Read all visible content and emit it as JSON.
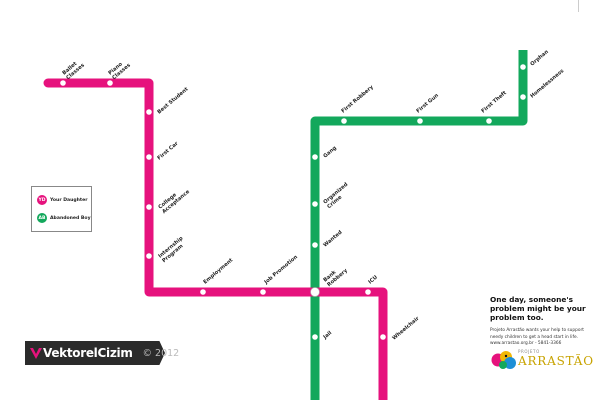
{
  "pink_line": {
    "name": "Your Daughter",
    "badge": "YD",
    "color": "#e6127d",
    "stops": [
      "Ballet Classes",
      "Piano Classes",
      "Best Student",
      "First Car",
      "College Acceptance",
      "Internship Program",
      "Employment",
      "Job Promotion",
      "Bank Robbery",
      "ICU",
      "Wheelchair"
    ]
  },
  "green_line": {
    "name": "Abandoned Boy",
    "badge": "AB",
    "color": "#13a85c",
    "stops": [
      "Orphan",
      "Homelessness",
      "First Theft",
      "First Gun",
      "First Robbery",
      "Gang",
      "Organized Crime",
      "Wanted",
      "Bank Robbery",
      "Jail"
    ]
  },
  "stops": {
    "ballet": [
      "Ballet",
      "Classes"
    ],
    "piano": [
      "Piano",
      "Classes"
    ],
    "best_student": [
      "Best Student"
    ],
    "first_car": [
      "First Car"
    ],
    "college": [
      "College",
      "Acceptance"
    ],
    "internship": [
      "Internship",
      "Program"
    ],
    "employment": [
      "Employment"
    ],
    "job_promotion": [
      "Job Promotion"
    ],
    "bank_robbery": [
      "Bank",
      "Robbery"
    ],
    "icu": [
      "ICU"
    ],
    "wheelchair": [
      "Wheelchair"
    ],
    "orphan": [
      "Orphan"
    ],
    "homelessness": [
      "Homelessness"
    ],
    "first_theft": [
      "First Theft"
    ],
    "first_gun": [
      "First Gun"
    ],
    "first_robbery": [
      "First Robbery"
    ],
    "gang": [
      "Gang"
    ],
    "organized_crime": [
      "Organized",
      "Crime"
    ],
    "wanted": [
      "Wanted"
    ],
    "jail": [
      "Jail"
    ]
  },
  "copy": {
    "headline": "One day, someone's problem might be your problem too.",
    "body": "Projeto Arrastão wants your help to support needy children to get a head start in life. www.arrastao.org.br - 5841-3366"
  },
  "logo": {
    "small_text": "PROJETO",
    "big_text": "ARRASTÃO"
  },
  "watermark": {
    "brand": "VektorelCizim",
    "year": "© 2012"
  }
}
